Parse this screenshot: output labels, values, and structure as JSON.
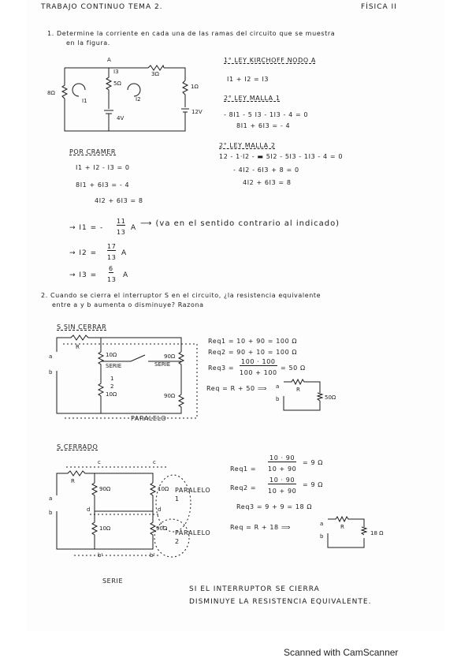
{
  "header": {
    "title": "TRABAJO CONTINUO TEMA 2.",
    "subject": "FÍSICA II"
  },
  "p1": {
    "q1": "1. Determine la corriente en cada una de las ramas del circuito que se muestra",
    "q2": "en la figura.",
    "circuit": {
      "node": "A",
      "i3": "I3",
      "r3": "3Ω",
      "r5": "5Ω",
      "r1": "1Ω",
      "r8": "8Ω",
      "v4": "4V",
      "v12": "12V",
      "i1": "I1",
      "i2": "I2"
    },
    "law1": "1° LEY KIRCHOFF NODO A",
    "law1_eq": "I1 + I2 = I3",
    "mesh1": "2° LEY MALLA 1",
    "mesh1_eqs": [
      "- 8I1 - 5 I3 - 1I3 - 4 = 0",
      "8I1 + 6I3 = - 4"
    ],
    "mesh2": "2° LEY MALLA 2",
    "mesh2_eqs": [
      "12 - 1·I2 - ▬ 5I2 - 5I3 - 1I3 - 4 = 0",
      "- 4I2 - 6I3 + 8 = 0",
      "4I2 + 6I3 = 8"
    ],
    "cramer": "POR CRAMER",
    "cramer_eqs": [
      "I1 + I2 - I3 = 0",
      "8I1        + 6I3 = - 4",
      "4I2 + 6I3 = 8"
    ],
    "res1_lhs": "→ I1 = -",
    "res1_num": "11",
    "res1_den": "13",
    "res1_unit": "A",
    "res1_note": "⟶ (va en el sentido contrario al indicado)",
    "res2_lhs": "→ I2 =",
    "res2_num": "17",
    "res2_den": "13",
    "res2_unit": "A",
    "res3_lhs": "→ I3 =",
    "res3_num": "6",
    "res3_den": "13",
    "res3_unit": "A"
  },
  "p2": {
    "q1": "2. Cuando se cierra el interruptor S en el circuito, ¿la resistencia equivalente",
    "q2": "entre a y b aumenta o disminuye? Razona",
    "open_title": "S SIN CERRAR",
    "open_labels": {
      "a": "a",
      "b": "b",
      "R": "R",
      "r10a": "10Ω",
      "r10b": "10Ω",
      "r90a": "90Ω",
      "r90b": "90Ω",
      "serie1": "SERIE",
      "serie2": "SERIE",
      "paralelo": "PARALELO",
      "n1": "1",
      "n2": "2"
    },
    "open_eqs": [
      "Req1 = 10 + 90 = 100 Ω",
      "Req2 = 90 + 10 = 100 Ω"
    ],
    "open_req3_lhs": "Req3 =",
    "open_req3_num": "100 · 100",
    "open_req3_den": "100 + 100",
    "open_req3_res": "= 50 Ω",
    "open_req": "Req = R + 50 ⟹",
    "open_box": {
      "a": "a",
      "b": "b",
      "R": "R",
      "r": "50Ω"
    },
    "closed_title": "S CERRADO",
    "closed_labels": {
      "a": "a",
      "b": "b",
      "R": "R",
      "c1": "c",
      "c2": "c",
      "d1": "d",
      "d2": "d",
      "b1": "b'",
      "b2": "b'",
      "r90a": "90Ω",
      "r10a": "10Ω",
      "r10b": "10Ω",
      "r90b": "90Ω",
      "par1": "PARALELO 1",
      "par2": "PARALELO 2",
      "serie": "SERIE"
    },
    "closed_req1_lhs": "Req1 =",
    "closed_req1_num": "10 · 90",
    "closed_req1_den": "10 + 90",
    "closed_req1_res": "= 9 Ω",
    "closed_req2_lhs": "Req2 =",
    "closed_req2_num": "10 · 90",
    "closed_req2_den": "10 + 90",
    "closed_req2_res": "= 9 Ω",
    "closed_req3": "Req3 = 9 + 9 = 18 Ω",
    "closed_req": "Req = R + 18 ⟹",
    "closed_box": {
      "a": "a",
      "b": "b",
      "R": "R",
      "r": "18 Ω"
    },
    "conclusion1": "SI EL INTERRUPTOR SE CIERRA",
    "conclusion2": "DISMINUYE LA RESISTENCIA EQUIVALENTE."
  },
  "footer": {
    "scanner": "Scanned with CamScanner"
  }
}
